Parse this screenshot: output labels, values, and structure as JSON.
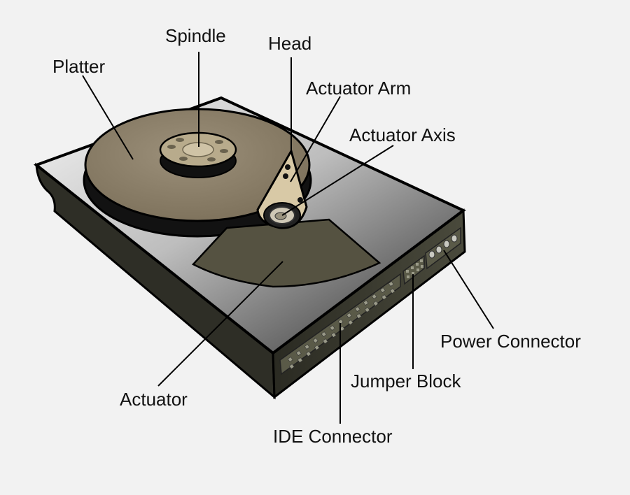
{
  "labels": {
    "spindle": "Spindle",
    "head": "Head",
    "platter": "Platter",
    "actuator_arm": "Actuator Arm",
    "actuator_axis": "Actuator Axis",
    "power_connector": "Power Connector",
    "jumper_block": "Jumper Block",
    "actuator": "Actuator",
    "ide_connector": "IDE Connector"
  },
  "colors": {
    "background": "#f2f2f2",
    "platter": "#8c8068",
    "platter_shadow": "#111111",
    "case_side": "#3a3a30",
    "case_top_light": "#e6e6e6",
    "case_top_dark": "#3c3c3c",
    "arm": "#d8c9a6",
    "actuator": "#545040"
  }
}
